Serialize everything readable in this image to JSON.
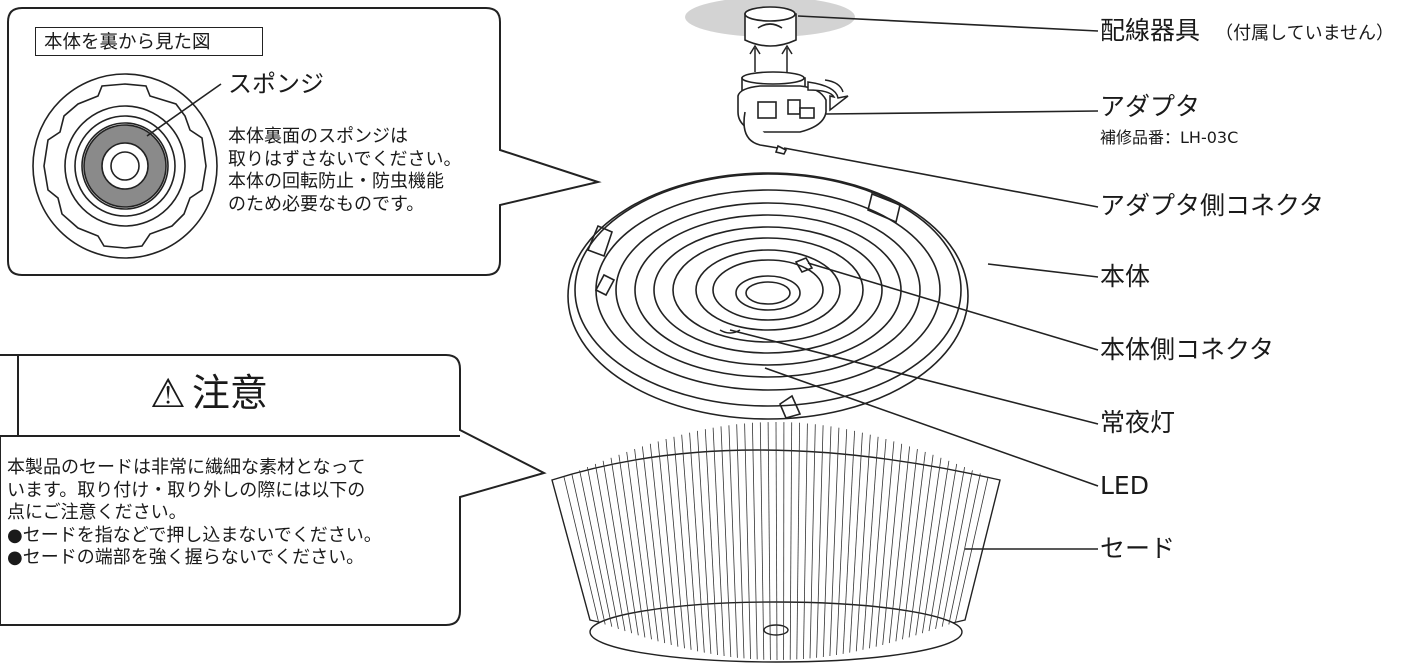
{
  "inset": {
    "title": "本体を裏から見た図",
    "sponge_label": "スポンジ",
    "note_lines": [
      "本体裏面のスポンジは",
      "取りはずさないでください。",
      "本体の回転防止・防虫機能",
      "のため必要なものです。"
    ]
  },
  "caution": {
    "symbol": "⚠",
    "title": "注意",
    "lines": [
      "本製品のセードは非常に繊細な素材となって",
      "います。取り付け・取り外しの際には以下の",
      "点にご注意ください。",
      "●セードを指などで押し込まないでください。",
      "●セードの端部を強く握らないでください。"
    ]
  },
  "parts": {
    "wiring": {
      "label": "配線器具",
      "note": "（付属していません）"
    },
    "adapter": {
      "label": "アダプタ",
      "part_no": "補修品番：LH-03C"
    },
    "adapter_connector": {
      "label": "アダプタ側コネクタ"
    },
    "body": {
      "label": "本体"
    },
    "body_connector": {
      "label": "本体側コネクタ"
    },
    "night_light": {
      "label": "常夜灯"
    },
    "led": {
      "label": "LED"
    },
    "shade": {
      "label": "セード"
    }
  }
}
